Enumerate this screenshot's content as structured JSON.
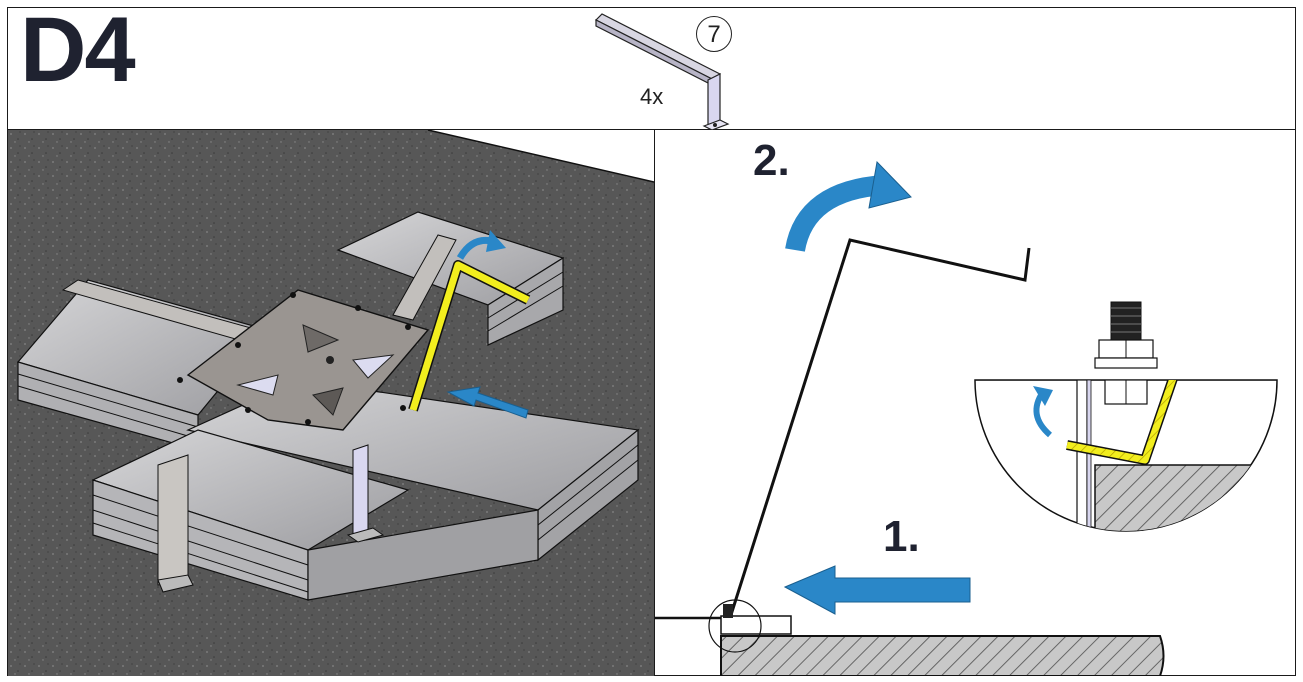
{
  "header": {
    "step_id": "D4",
    "part_number": "7",
    "part_quantity": "4x"
  },
  "steps": [
    {
      "label": "1."
    },
    {
      "label": "2."
    }
  ],
  "colors": {
    "arrow_blue": "#2a87c8",
    "bracket_yellow": "#f2ee1e",
    "ground": "#5a5a5a",
    "metal": "#c9c9cc",
    "plate": "#9a9591",
    "line": "#111111"
  }
}
